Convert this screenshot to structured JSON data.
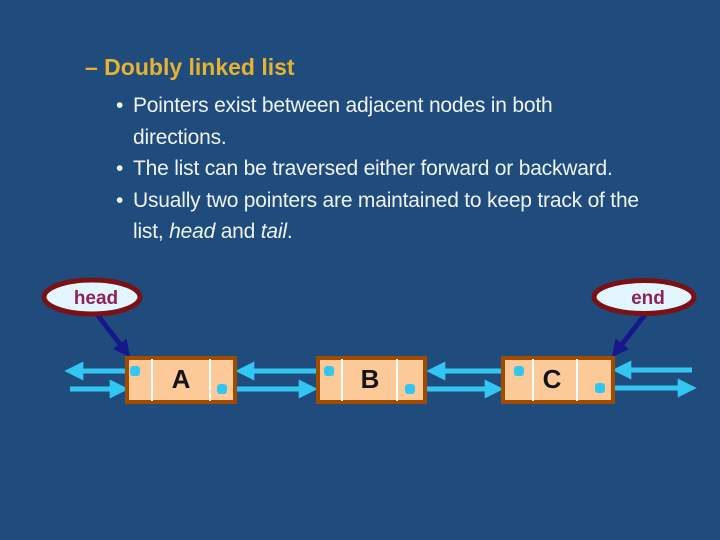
{
  "slide": {
    "title": "– Doubly linked list",
    "bullet_char": "•",
    "bullets": {
      "b1": "Pointers exist between adjacent nodes in both directions.",
      "b2": "The list can be traversed either forward or backward.",
      "b3_pre": "Usually two pointers are maintained to keep track of the list, ",
      "b3_italic1": "head",
      "b3_and": " and ",
      "b3_italic2": "tail",
      "b3_end": "."
    }
  },
  "diagram": {
    "head_label": "head",
    "end_label": "end",
    "nodes": [
      {
        "letter": "A"
      },
      {
        "letter": "B"
      },
      {
        "letter": "C"
      }
    ]
  },
  "colors": {
    "background": "#204c7d",
    "title_gold": "#e5b32f",
    "body_text": "#eef3f6",
    "node_fill": "#fcc998",
    "node_border": "#a04c00",
    "cell_divider": "#ffffff",
    "arrow_cyan": "#32c7f2",
    "arrow_navy": "#17178c",
    "ellipse_fill": "#e3f6fe",
    "ellipse_border": "#7a1115",
    "pointer_label_text": "#8e2456",
    "node_letter": "#141414"
  }
}
